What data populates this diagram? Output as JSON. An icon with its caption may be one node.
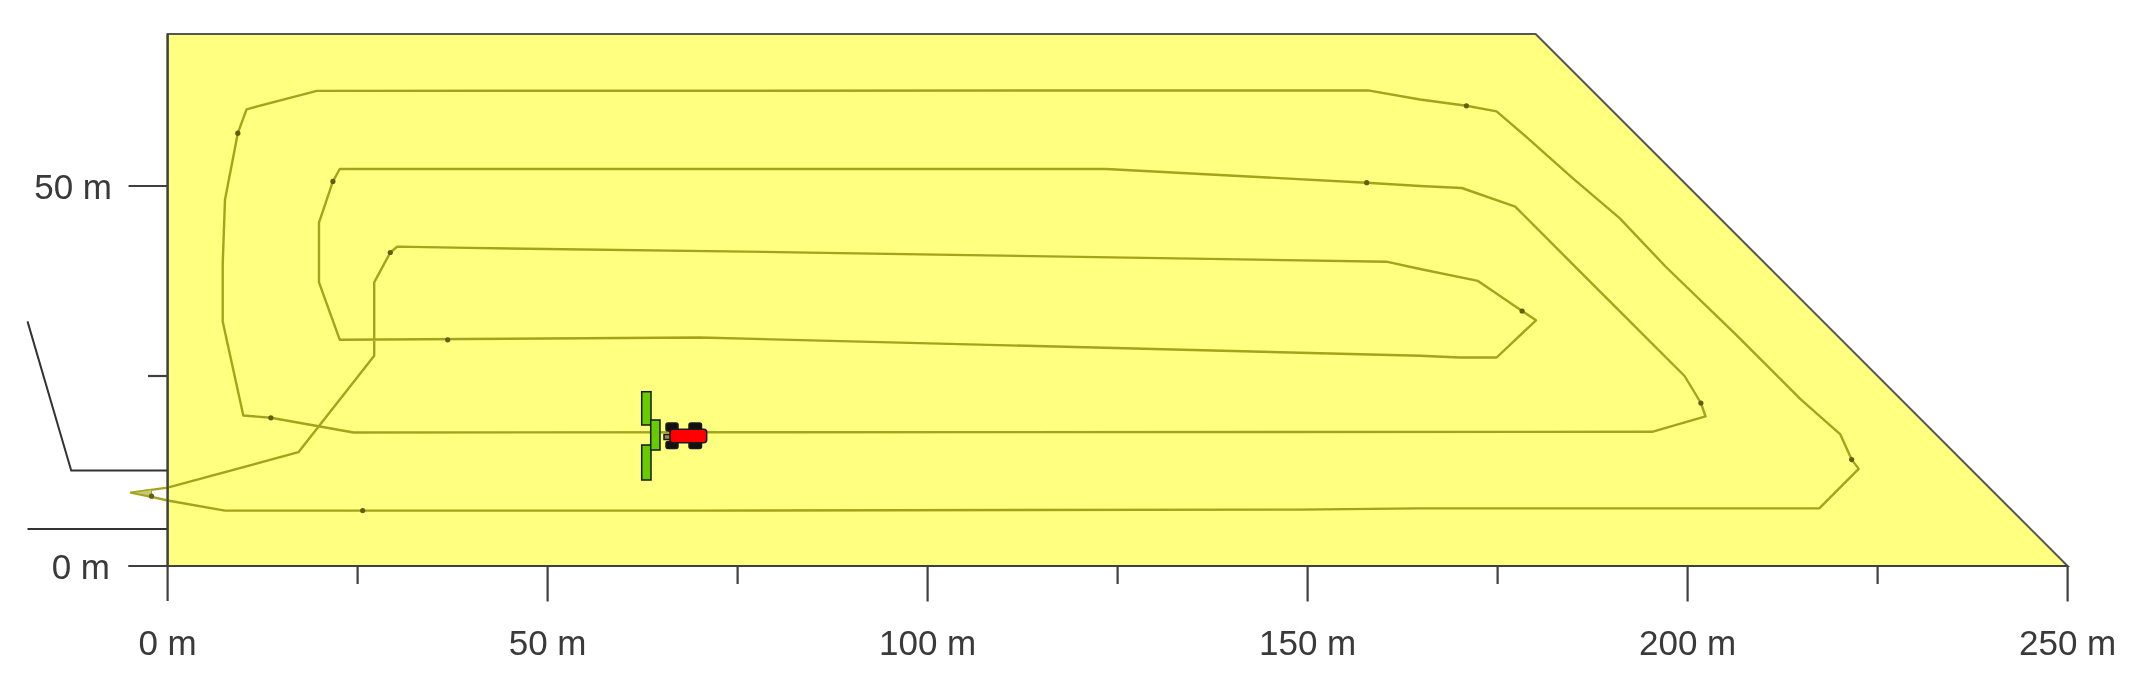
{
  "diagram": {
    "labels": [
      "50 m",
      "0 m",
      "0 m",
      "50 m",
      "100 m",
      "150 m",
      "200 m",
      "250 m"
    ]
  }
}
